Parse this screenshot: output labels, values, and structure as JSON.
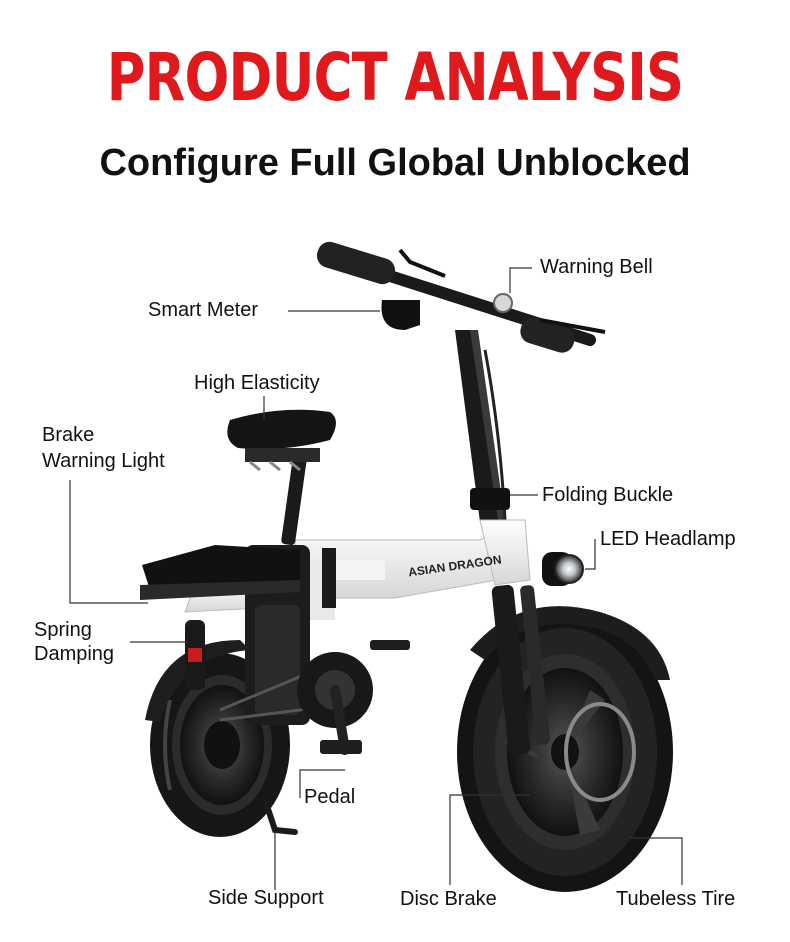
{
  "header": {
    "title": "PRODUCT ANALYSIS",
    "subtitle": "Configure Full Global Unblocked"
  },
  "bike": {
    "frame_text": "ASIAN DRAGON"
  },
  "labels": {
    "warning_bell": "Warning Bell",
    "smart_meter": "Smart Meter",
    "high_elasticity": "High Elasticity",
    "brake_warning_light_line1": "Brake",
    "brake_warning_light_line2": "Warning Light",
    "folding_buckle": "Folding Buckle",
    "led_headlamp": "LED Headlamp",
    "spring_damping_line1": "Spring",
    "spring_damping_line2": "Damping",
    "pedal": "Pedal",
    "side_support": "Side Support",
    "disc_brake": "Disc Brake",
    "tubeless_tire": "Tubeless Tire"
  },
  "colors": {
    "title_red": "#e0191c",
    "frame_white": "#f2f2f2",
    "tire_black": "#161616",
    "line_gray": "#333333"
  }
}
